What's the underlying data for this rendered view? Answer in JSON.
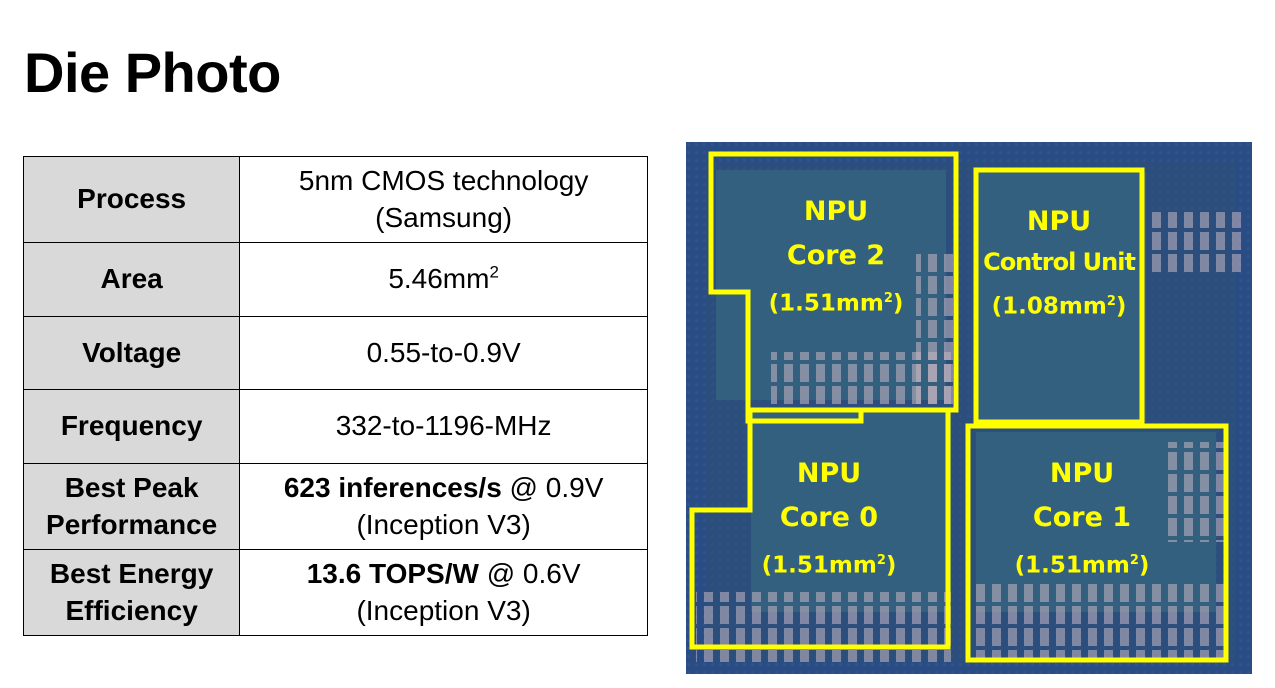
{
  "title": "Die Photo",
  "table": {
    "rows": [
      {
        "label": "Process",
        "value_line1": "5nm CMOS technology",
        "value_line2": "(Samsung)"
      },
      {
        "label": "Area",
        "value": "5.46mm",
        "value_sup": "2"
      },
      {
        "label": "Voltage",
        "value": "0.55-to-0.9V"
      },
      {
        "label": "Frequency",
        "value": "332-to-1196-MHz"
      },
      {
        "label_line1": "Best Peak",
        "label_line2": "Performance",
        "value_bold": "623 inferences/s",
        "value_rest": " @ 0.9V",
        "value_line2": "(Inception V3)"
      },
      {
        "label_line1": "Best Energy",
        "label_line2": "Efficiency",
        "value_bold": "13.6 TOPS/W",
        "value_rest": " @ 0.6V",
        "value_line2": "(Inception V3)"
      }
    ]
  },
  "die": {
    "blocks": [
      {
        "name": "NPU",
        "sub": "Core 2",
        "area": "(1.51mm",
        "sup": "2",
        "close": ")"
      },
      {
        "name": "NPU",
        "sub": "Control Unit",
        "area": "(1.08mm",
        "sup": "2",
        "close": ")"
      },
      {
        "name": "NPU",
        "sub": "Core 0",
        "area": "(1.51mm",
        "sup": "2",
        "close": ")"
      },
      {
        "name": "NPU",
        "sub": "Core 1",
        "area": "(1.51mm",
        "sup": "2",
        "close": ")"
      }
    ],
    "colors": {
      "background": "#23427a",
      "outline": "#ffff00",
      "text": "#ffff00"
    }
  }
}
